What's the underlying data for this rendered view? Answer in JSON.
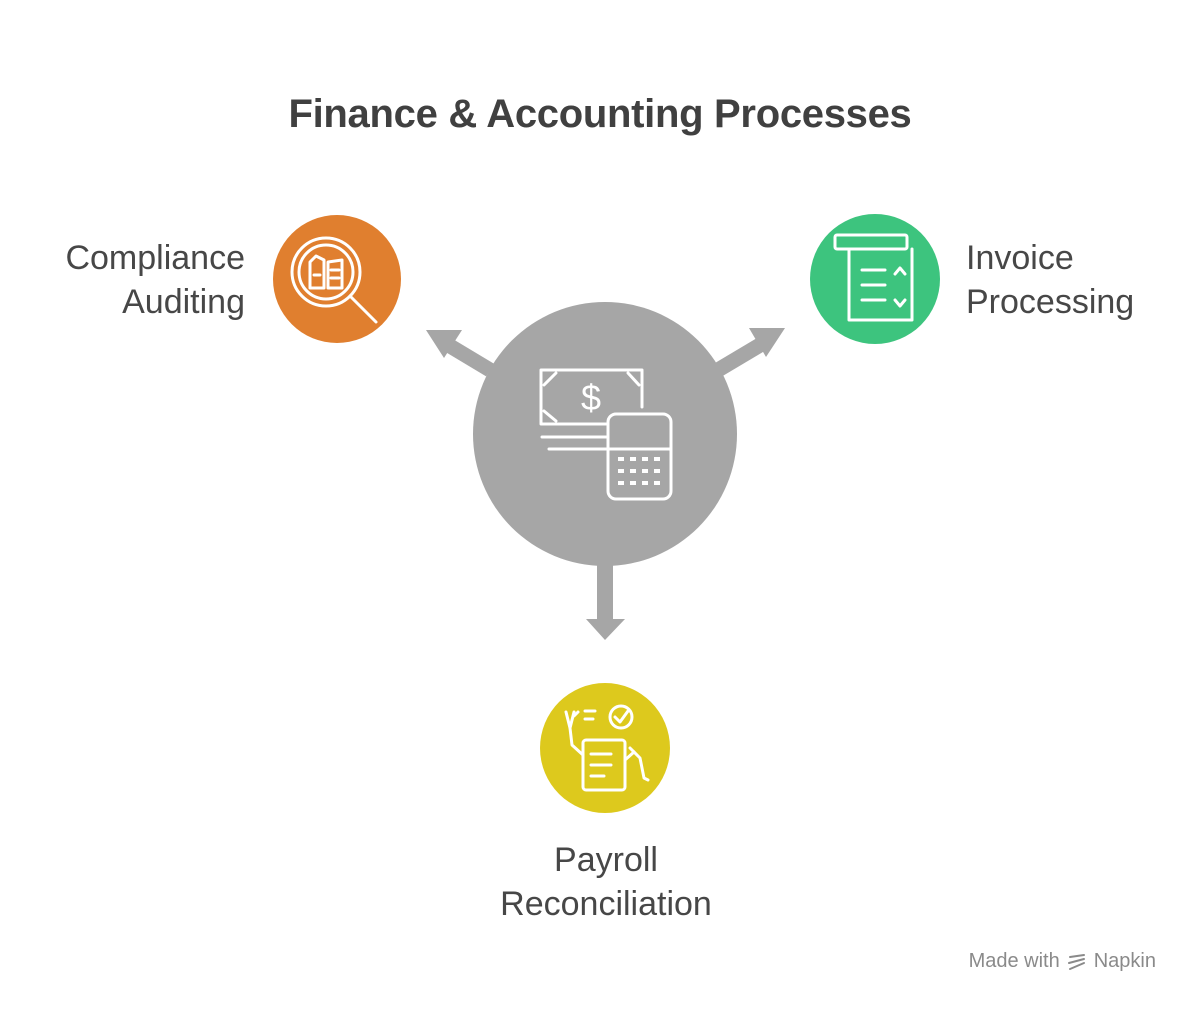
{
  "title": "Finance & Accounting Processes",
  "center": {
    "icon": "money-calculator-icon",
    "color": "#a6a6a6"
  },
  "nodes": [
    {
      "id": "compliance",
      "lines": [
        "Compliance",
        "Auditing"
      ],
      "icon": "document-search-icon",
      "color": "#e07f2f"
    },
    {
      "id": "invoice",
      "lines": [
        "Invoice",
        "Processing"
      ],
      "icon": "receipt-list-icon",
      "color": "#3dc47e"
    },
    {
      "id": "payroll",
      "lines": [
        "Payroll",
        "Reconciliation"
      ],
      "icon": "checklist-hands-icon",
      "color": "#ddc91d"
    }
  ],
  "footer": {
    "prefix": "Made with",
    "brand": "Napkin",
    "icon": "napkin-logo-icon"
  }
}
